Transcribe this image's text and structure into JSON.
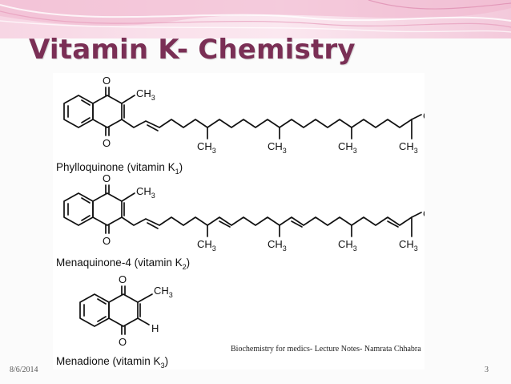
{
  "slide": {
    "title": "Vitamin K- Chemistry",
    "date": "8/6/2014",
    "footer_note": "Biochemistry for medics- Lecture Notes- Namrata Chhabra",
    "page_number": "3",
    "accent_color": "#7a2f55"
  },
  "figure": {
    "atoms": {
      "oxygen": "O",
      "methyl": "CH",
      "methyl_subscript": "3",
      "hydrogen": "H"
    },
    "compounds": [
      {
        "name": "Phylloquinone (vitamin K",
        "subscript": "1",
        "suffix": ")"
      },
      {
        "name": "Menaquinone-4 (vitamin K",
        "subscript": "2",
        "suffix": ")"
      },
      {
        "name": "Menadione (vitamin K",
        "subscript": "3",
        "suffix": ")"
      }
    ]
  }
}
